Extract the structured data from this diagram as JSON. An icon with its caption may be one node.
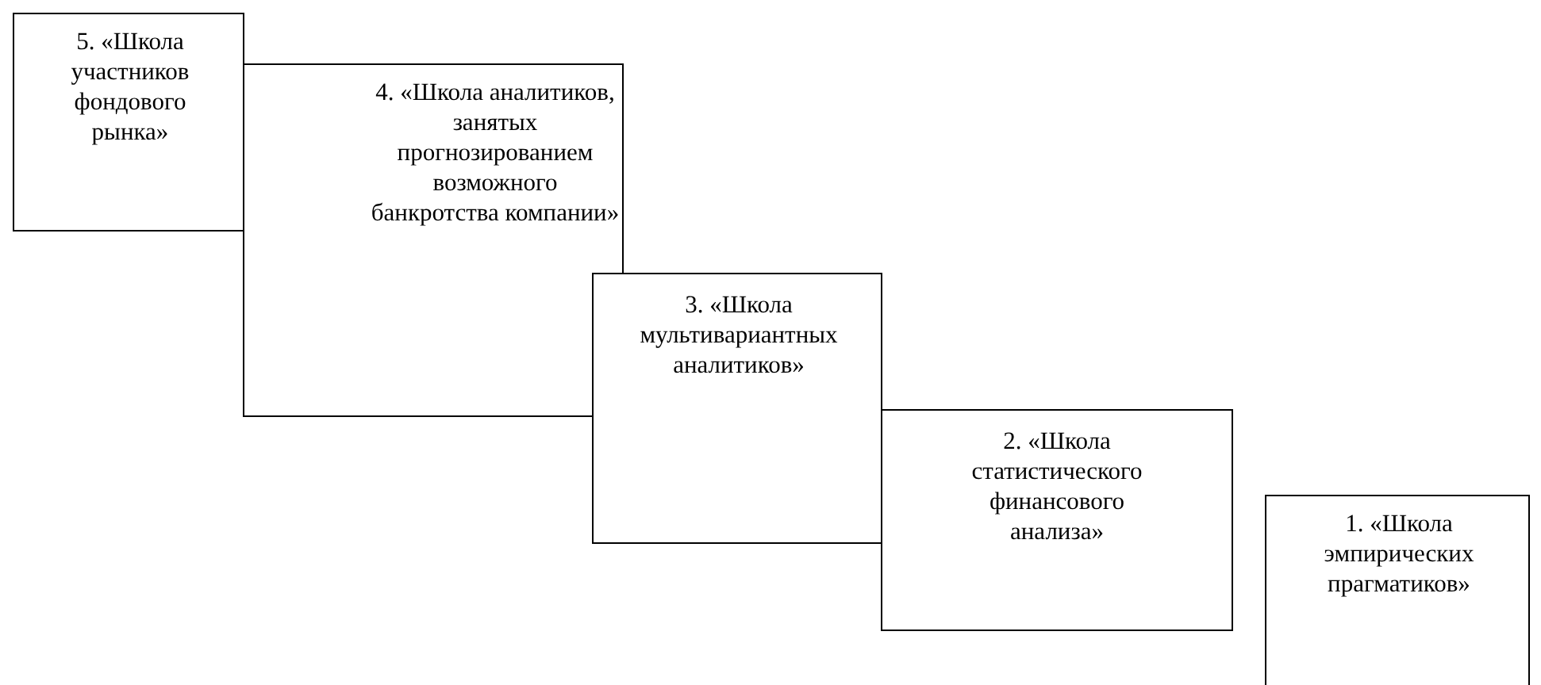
{
  "diagram": {
    "nodes": [
      {
        "text": [
          "5. «Школа участников фондового рынка»"
        ]
      },
      {
        "text": [
          "4. «Школа аналитиков, занятых прогнозированием возможного банкротства компании»"
        ]
      },
      {
        "text": [
          "3. «Школа мультивариантных аналитиков»"
        ]
      },
      {
        "text": [
          "2. «Школа статистического финансового анализа»"
        ]
      },
      {
        "text": [
          "1. «Школа эмпирических прагматиков»"
        ]
      }
    ]
  }
}
